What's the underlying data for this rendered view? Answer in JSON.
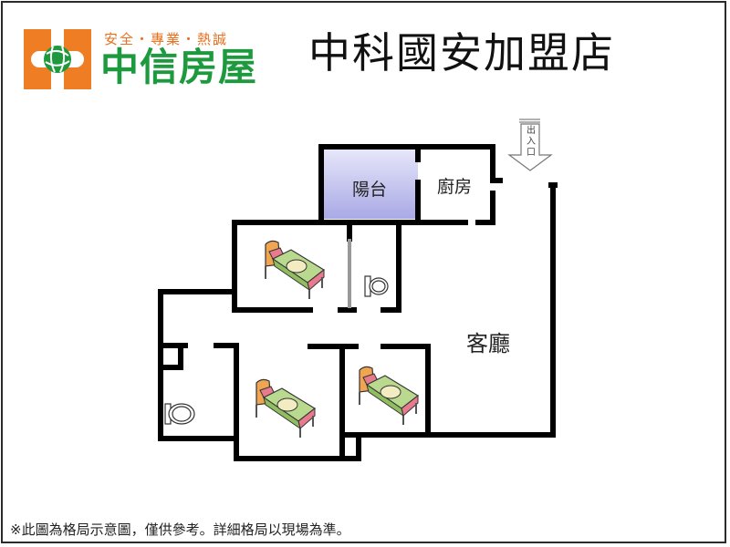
{
  "header": {
    "slogan": "安全・專業・熱誠",
    "brand_name": "中信房屋",
    "store_title": "中科國安加盟店",
    "brand_colors": {
      "orange": "#e8701f",
      "green": "#1e9a3e"
    }
  },
  "floor_plan": {
    "rooms": [
      {
        "id": "balcony",
        "label": "陽台",
        "fill": "#b4b4ec"
      },
      {
        "id": "kitchen",
        "label": "廚房"
      },
      {
        "id": "living_room",
        "label": "客廳"
      },
      {
        "id": "bedroom_1",
        "label": "",
        "icon": "bed-icon"
      },
      {
        "id": "bedroom_2",
        "label": "",
        "icon": "bed-icon"
      },
      {
        "id": "bedroom_3",
        "label": "",
        "icon": "bed-icon"
      },
      {
        "id": "bathroom_1",
        "label": "",
        "icon": "toilet-icon"
      },
      {
        "id": "bathroom_2",
        "label": "",
        "icon": "toilet-icon"
      }
    ],
    "entrance": {
      "label": "出入口",
      "icon": "entrance-arrow-icon"
    }
  },
  "footer": {
    "disclaimer": "※此圖為格局示意圖，僅供參考。詳細格局以現場為準。"
  }
}
